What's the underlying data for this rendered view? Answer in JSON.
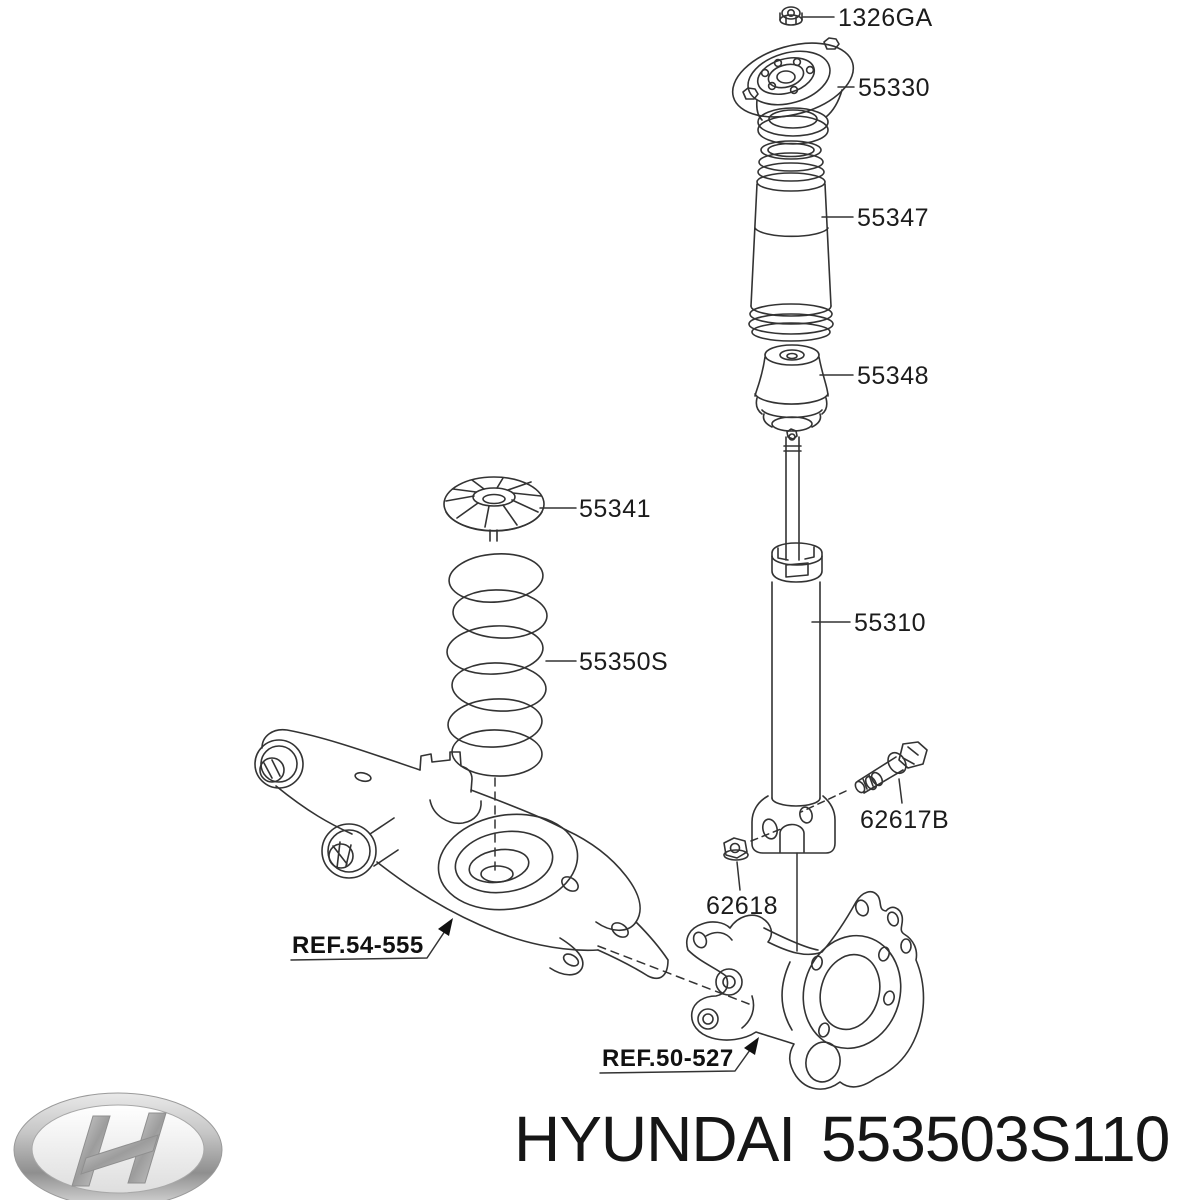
{
  "page": {
    "background": "#ffffff"
  },
  "diagram": {
    "line_color": "#333333",
    "labels": {
      "nut_upper": "1326GA",
      "strut_mount": "55330",
      "dust_cover": "55347",
      "bump_stopper": "55348",
      "spring_seat_upper": "55341",
      "coil_spring": "55350S",
      "shock_absorber": "55310",
      "bolt": "62617B",
      "nut_lower": "62618",
      "ref_lower_arm": "REF.54-555",
      "ref_knuckle": "REF.50-527"
    }
  },
  "footer": {
    "brand": "HYUNDAI",
    "part_number": "553503S110",
    "logo": "hyundai-logo",
    "logo_colors": {
      "ring": "#b9b9b9",
      "inner": "#f7f7f7",
      "letter": "#ababab"
    }
  }
}
